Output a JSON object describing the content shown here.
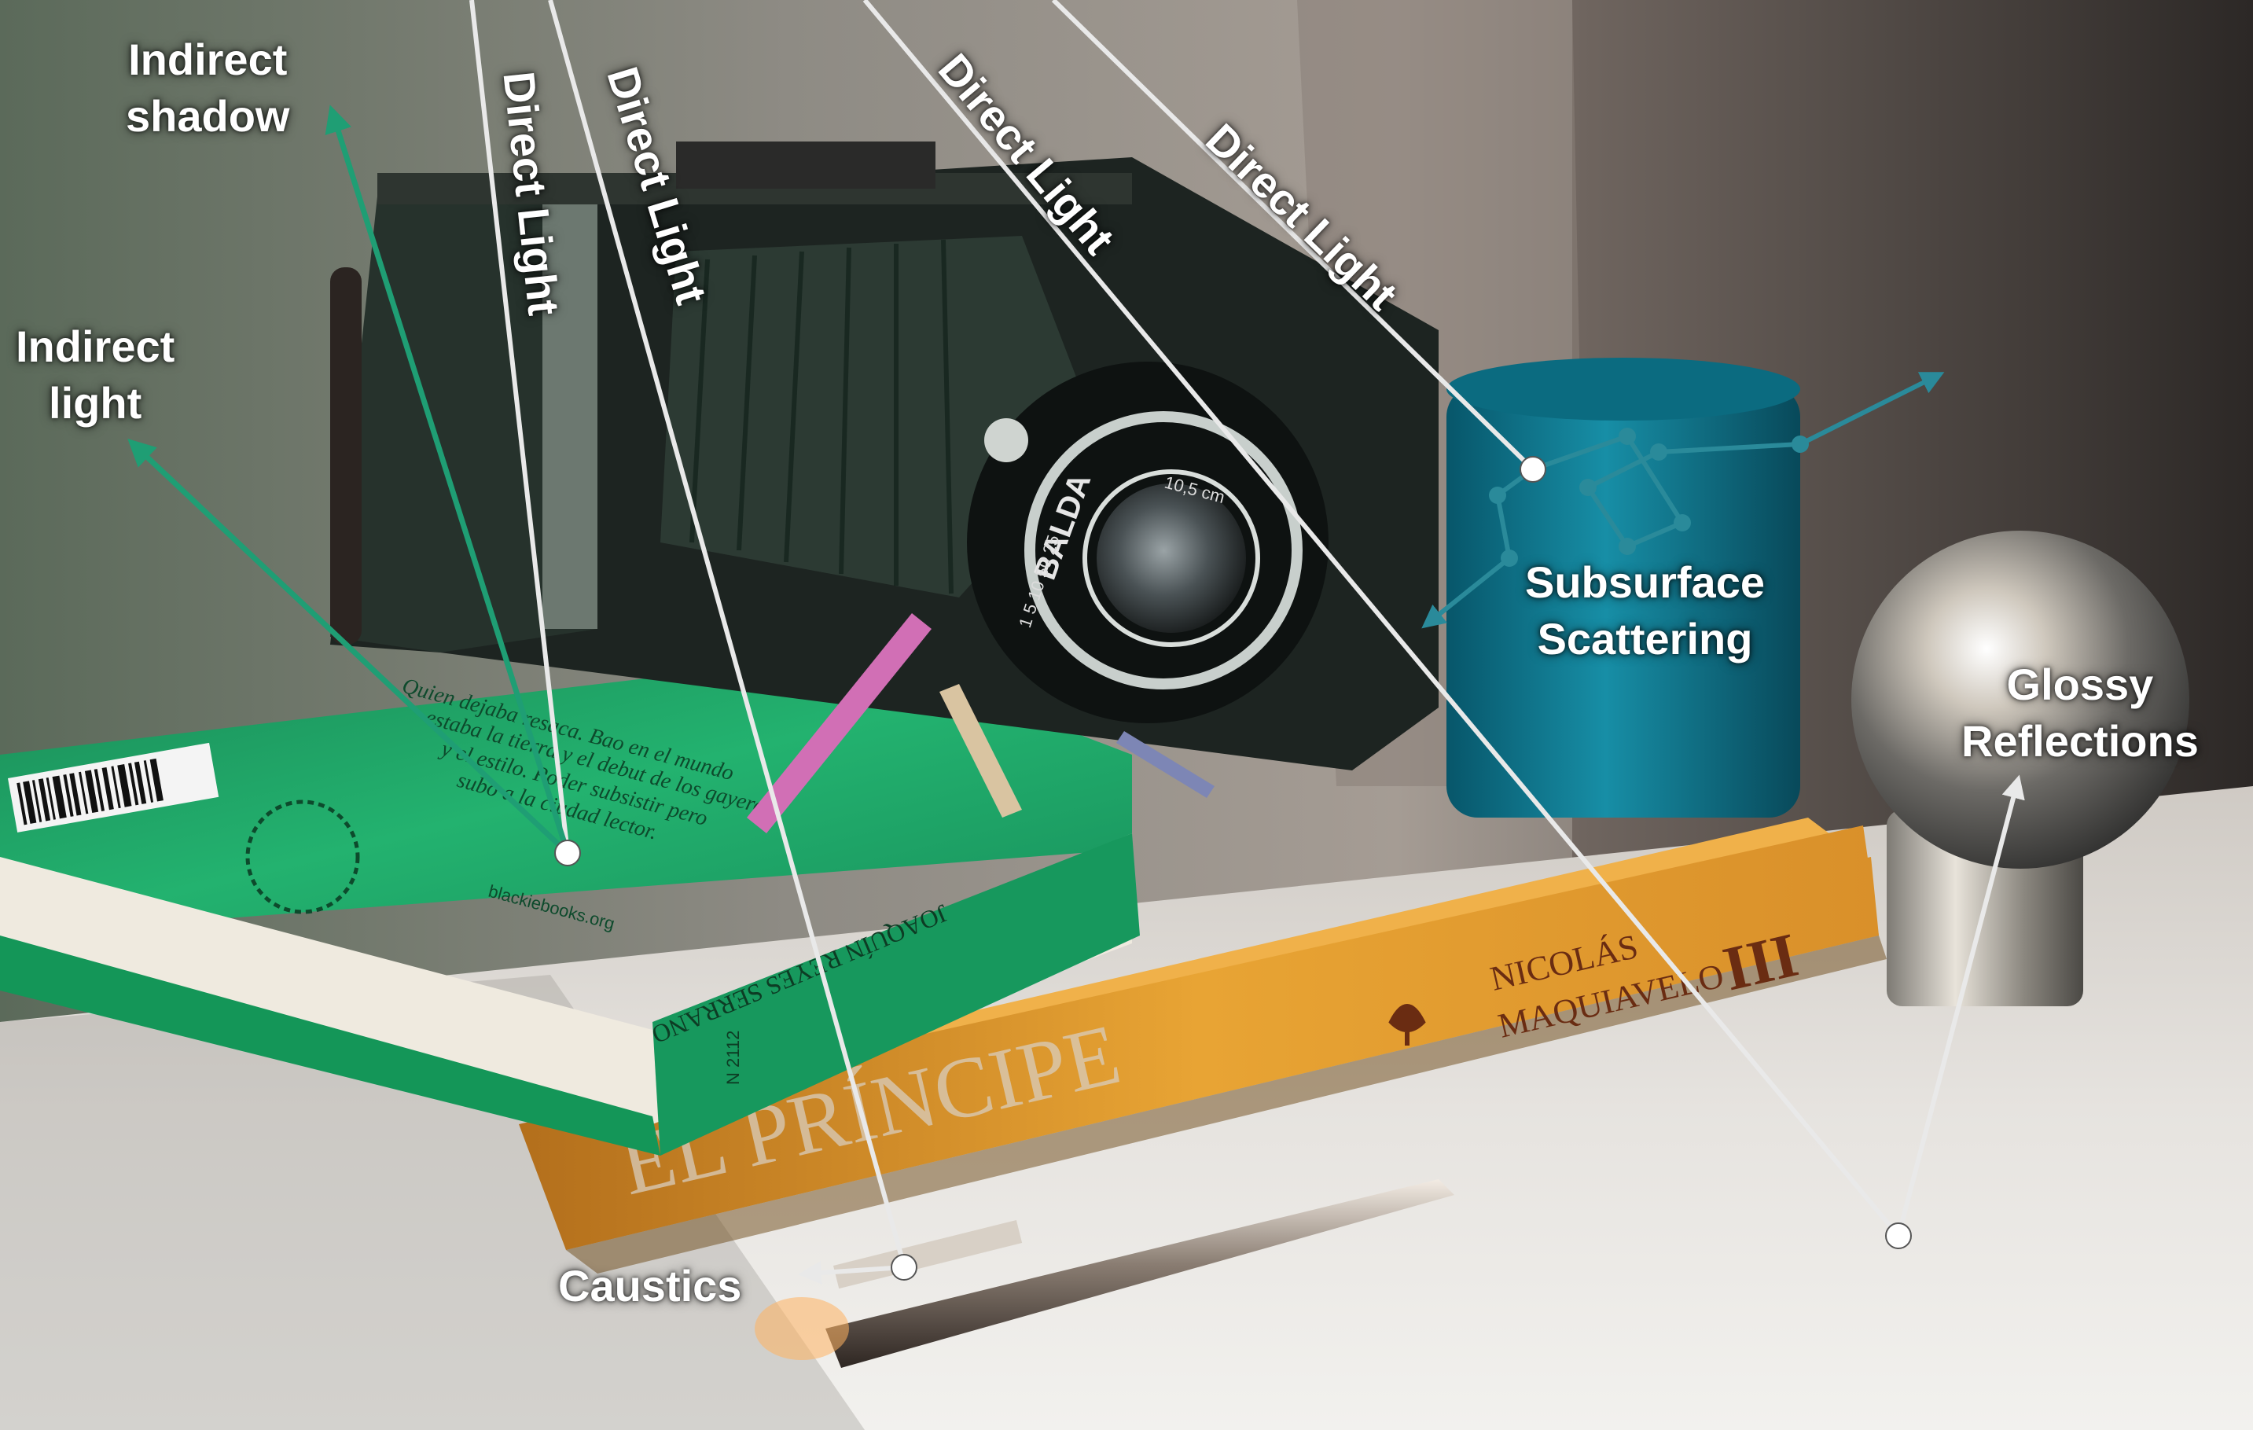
{
  "labels": {
    "indirect_shadow": [
      "Indirect",
      "shadow"
    ],
    "indirect_light": [
      "Indirect",
      "light"
    ],
    "direct_light": "Direct Light",
    "subsurface_scattering": [
      "Subsurface",
      "Scattering"
    ],
    "glossy_reflections": [
      "Glossy",
      "Reflections"
    ],
    "caustics": "Caustics"
  },
  "colors": {
    "label_text": "#ffffff",
    "green_arrows": "#1f9e74",
    "teal_arrows": "#2a8a9a",
    "white_lines": "#e9e9e9",
    "green_book": "#1fae6a",
    "orange_book": "#e39a2a",
    "candle": "#0f7f95",
    "wall": "#9a9088",
    "table": "#dcdad6"
  },
  "book_green": {
    "back_text": [
      "Quien dejaba resaca. Bao en el mundo",
      "estaba la tierra y el debut de los gayeres",
      "y el estilo. Poder subsistir pero",
      "subo a la ciudad lector."
    ],
    "spine_text": "JOAQUÍN REYES SERRANO",
    "url": "blackiebooks.org",
    "spine_code": "N 2112"
  },
  "book_orange": {
    "title": "EL PRÍNCIPE",
    "author_first": "NICOLÁS",
    "author_last": "MAQUIAVELO",
    "series_mark": "III"
  },
  "camera": {
    "brand": "BALDA",
    "lens_text": "10,5 cm",
    "dial_numbers": "1 5 10 50 25"
  }
}
